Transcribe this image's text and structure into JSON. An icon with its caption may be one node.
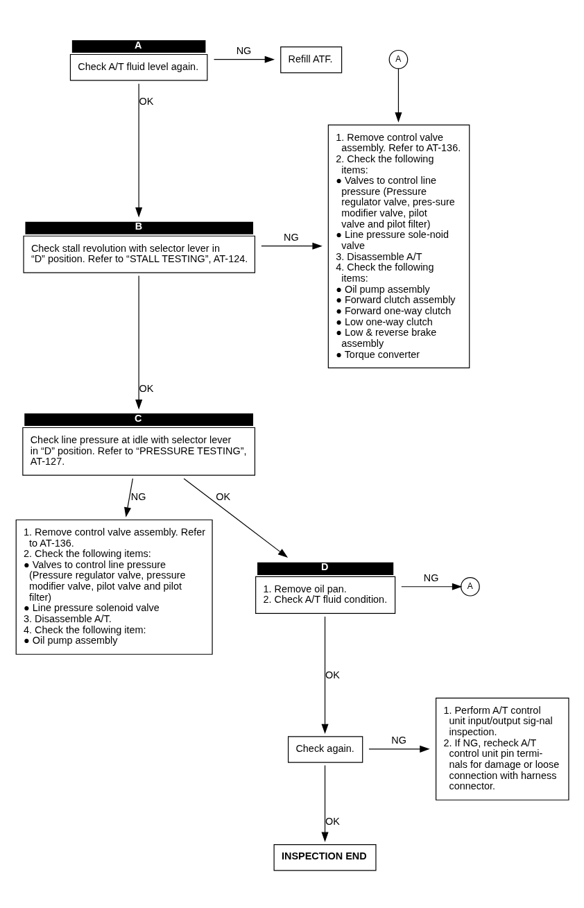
{
  "diagram": {
    "nodes": [
      {
        "text": [
          "Check A/T fluid level again."
        ],
        "beside": [
          "A"
        ]
      },
      {
        "text": [
          "Refill ATF."
        ]
      },
      {
        "text": [
          "A"
        ]
      },
      {
        "text": [
          "Check stall revolution with selector lever in “D” position. Refer to “STALL TESTING”, AT-124."
        ],
        "beside": [
          "B"
        ]
      },
      {
        "text": [
          "1. Remove control valve assembly. Refer to AT-136.",
          "2. Check the following items:",
          "● Valves to control line pressure (Pressure regulator valve, pres-sure modifier valve, pilot valve and pilot filter)",
          "● Line pressure sole-noid valve",
          "3. Disassemble A/T",
          "4. Check the following items:",
          "● Oil pump assembly",
          "● Forward clutch assembly",
          "● Forward one-way clutch",
          "● Low one-way clutch",
          "● Low & reverse brake assembly",
          "● Torque converter"
        ]
      },
      {
        "text": [
          "Check line pressure at idle with selector lever in “D” position. Refer to “PRESSURE TESTING”, AT-127."
        ],
        "beside": [
          "C"
        ]
      },
      {
        "text": [
          "1. Remove control valve assembly. Refer to AT-136.",
          "2. Check the following items:",
          "● Valves to control line pressure (Pressure regulator valve, pressure modifier valve, pilot valve and pilot filter)",
          "● Line pressure solenoid valve",
          "3. Disassemble A/T.",
          "4. Check the following item:",
          "● Oil pump assembly"
        ]
      },
      {
        "text": [
          "1. Remove oil pan.",
          "2. Check A/T fluid condition."
        ],
        "beside": [
          "D"
        ]
      },
      {
        "text": [
          "A"
        ]
      },
      {
        "text": [
          "Check again."
        ]
      },
      {
        "text": [
          "1. Perform A/T control unit input/output sig-nal inspection.",
          "2. If NG, recheck A/T control unit pin termi-nals for damage or loose connection with harness connector."
        ]
      },
      {
        "text": [
          "INSPECTION END"
        ]
      }
    ],
    "edges": [
      {
        "from": 0,
        "to": 1,
        "arrow": "to",
        "label": "NG"
      },
      {
        "from": 0,
        "to": 3,
        "arrow": "to",
        "label": "OK"
      },
      {
        "from": 2,
        "to": 4,
        "arrow": "to"
      },
      {
        "from": 3,
        "to": 4,
        "arrow": "to",
        "label": "NG"
      },
      {
        "from": 3,
        "to": 5,
        "arrow": "to",
        "label": "OK"
      },
      {
        "from": 5,
        "to": 7,
        "arrow": "to",
        "label": "OK"
      },
      {
        "from": 5,
        "to": 6,
        "arrow": "to",
        "label": "NG"
      },
      {
        "from": 7,
        "to": 8,
        "arrow": "to",
        "label": "NG"
      },
      {
        "from": 7,
        "to": 9,
        "arrow": "to",
        "label": "OK"
      },
      {
        "from": 9,
        "to": 10,
        "arrow": "to",
        "label": "NG"
      },
      {
        "from": 9,
        "to": 11,
        "arrow": "to",
        "label": "OK"
      }
    ]
  }
}
